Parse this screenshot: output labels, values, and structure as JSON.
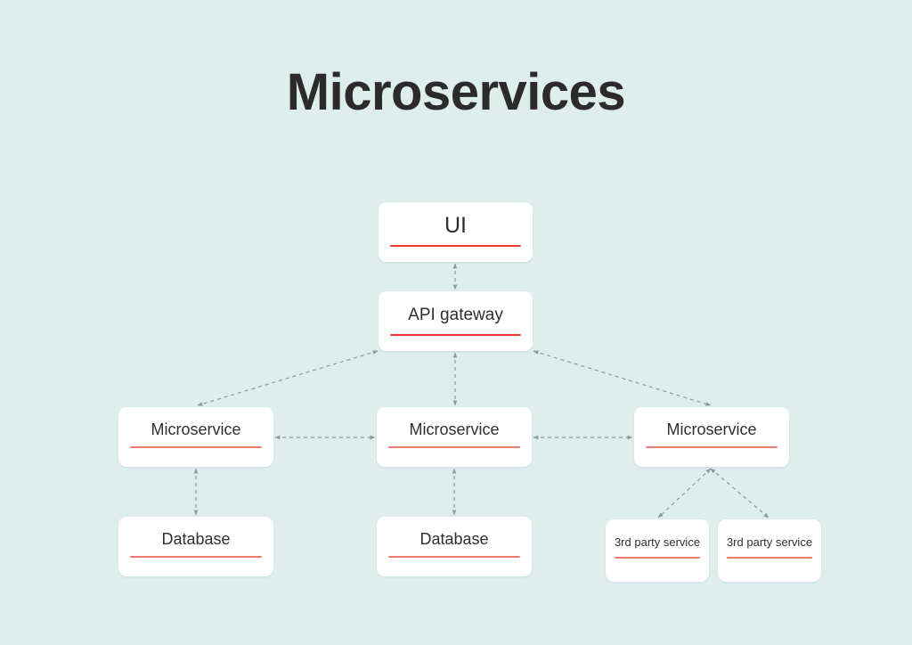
{
  "page": {
    "title": "Microservices",
    "background_color": "#ddeeed",
    "title_color": "#2b2b2b"
  },
  "theme": {
    "node_fill": "#ffffff",
    "rule_red": "#ef7a72",
    "rule_red_bright": "#ee3b33",
    "edge_color": "#8a9a9a",
    "text_color": "#2f2f2f"
  },
  "nodes": {
    "ui": {
      "label": "UI",
      "rule_color": "#ee3b33"
    },
    "api_gateway": {
      "label": "API gateway",
      "rule_color": "#ee3b33"
    },
    "microservice_left": {
      "label": "Microservice",
      "rule_color": "#ef7a72"
    },
    "microservice_center": {
      "label": "Microservice",
      "rule_color": "#ef7a72"
    },
    "microservice_right": {
      "label": "Microservice",
      "rule_color": "#ef7a72"
    },
    "database_left": {
      "label": "Database",
      "rule_color": "#ef7a72"
    },
    "database_center": {
      "label": "Database",
      "rule_color": "#ef7a72"
    },
    "third_party_left": {
      "label": "3rd party service",
      "rule_color": "#ef7a72"
    },
    "third_party_right": {
      "label": "3rd party service",
      "rule_color": "#ef7a72"
    }
  },
  "edges": [
    {
      "name": "ui-to-api-gateway",
      "from": "ui",
      "to": "api_gateway",
      "style": "dashed",
      "arrows": "both"
    },
    {
      "name": "api-gateway-to-microservice-left",
      "from": "api_gateway",
      "to": "microservice_left",
      "style": "dashed",
      "arrows": "both"
    },
    {
      "name": "api-gateway-to-microservice-center",
      "from": "api_gateway",
      "to": "microservice_center",
      "style": "dashed",
      "arrows": "both"
    },
    {
      "name": "api-gateway-to-microservice-right",
      "from": "api_gateway",
      "to": "microservice_right",
      "style": "dashed",
      "arrows": "both"
    },
    {
      "name": "microservice-left-to-microservice-center",
      "from": "microservice_left",
      "to": "microservice_center",
      "style": "dashed",
      "arrows": "both"
    },
    {
      "name": "microservice-center-to-microservice-right",
      "from": "microservice_center",
      "to": "microservice_right",
      "style": "dashed",
      "arrows": "both"
    },
    {
      "name": "microservice-left-to-database-left",
      "from": "microservice_left",
      "to": "database_left",
      "style": "dashed",
      "arrows": "both"
    },
    {
      "name": "microservice-center-to-database-center",
      "from": "microservice_center",
      "to": "database_center",
      "style": "dashed",
      "arrows": "both"
    },
    {
      "name": "microservice-right-to-third-party-left",
      "from": "microservice_right",
      "to": "third_party_left",
      "style": "dashed",
      "arrows": "both"
    },
    {
      "name": "microservice-right-to-third-party-right",
      "from": "microservice_right",
      "to": "third_party_right",
      "style": "dashed",
      "arrows": "both"
    }
  ]
}
